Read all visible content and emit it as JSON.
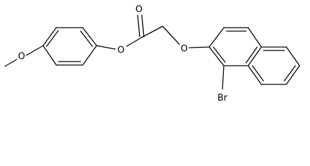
{
  "molecule": {
    "atoms": {
      "o_methoxy": "O",
      "o_ester": "O",
      "o_carbonyl": "O",
      "o_ether": "O",
      "br": "Br"
    }
  }
}
